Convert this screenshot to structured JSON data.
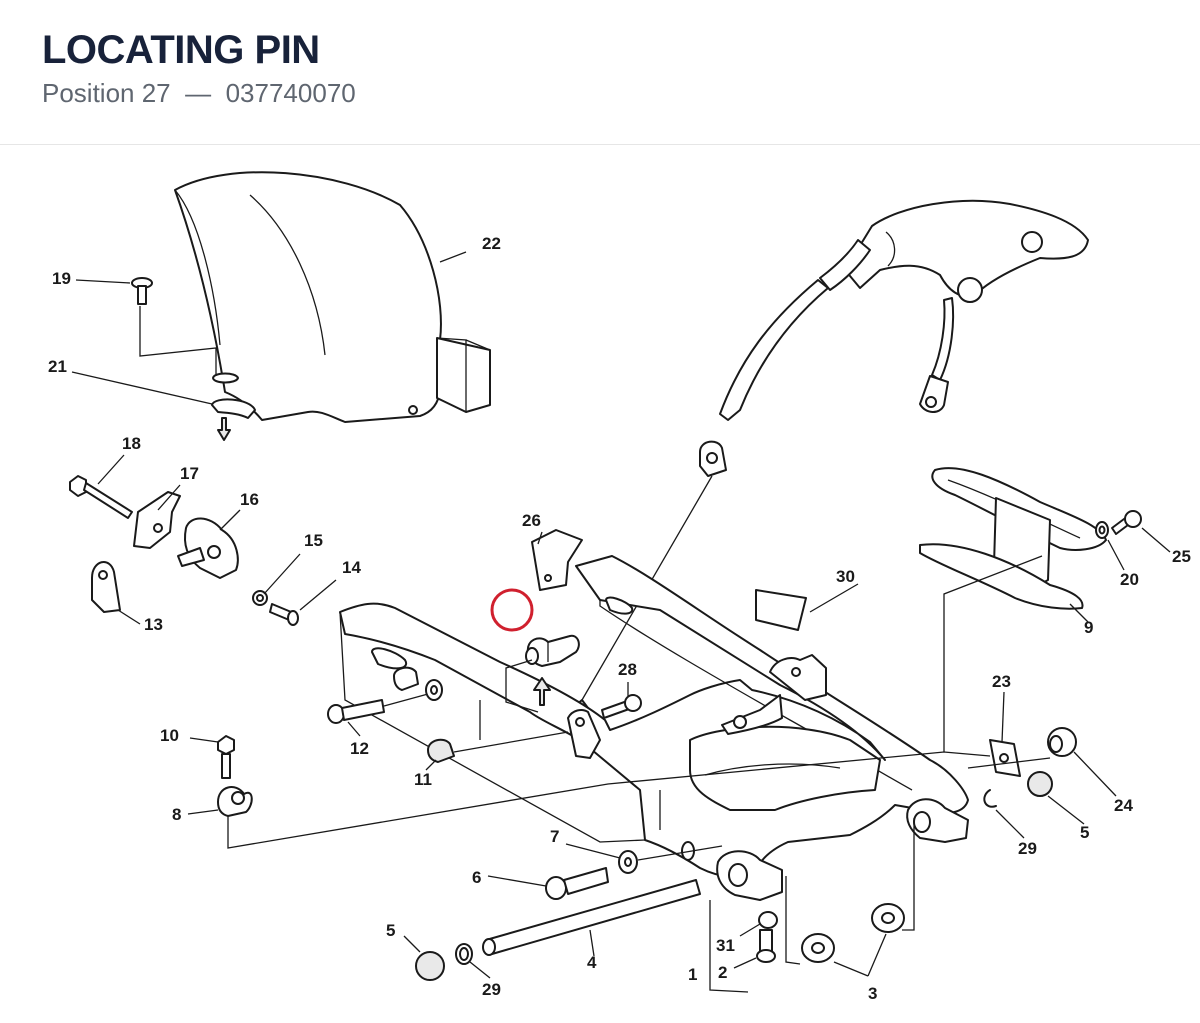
{
  "header": {
    "title": "LOCATING PIN",
    "position_label": "Position 27",
    "separator": "—",
    "part_number": "037740070"
  },
  "diagram": {
    "highlight_color": "#d0202e",
    "highlighted_callout": "27",
    "callouts": {
      "c1": "1",
      "c2": "2",
      "c3": "3",
      "c4": "4",
      "c5a": "5",
      "c5b": "5",
      "c6": "6",
      "c7": "7",
      "c8": "8",
      "c9": "9",
      "c10": "10",
      "c11": "11",
      "c12": "12",
      "c13": "13",
      "c14": "14",
      "c15": "15",
      "c16": "16",
      "c17": "17",
      "c18": "18",
      "c19": "19",
      "c20": "20",
      "c21": "21",
      "c22": "22",
      "c23": "23",
      "c24": "24",
      "c25": "25",
      "c26": "26",
      "c28": "28",
      "c29a": "29",
      "c29b": "29",
      "c30": "30",
      "c31": "31"
    }
  }
}
